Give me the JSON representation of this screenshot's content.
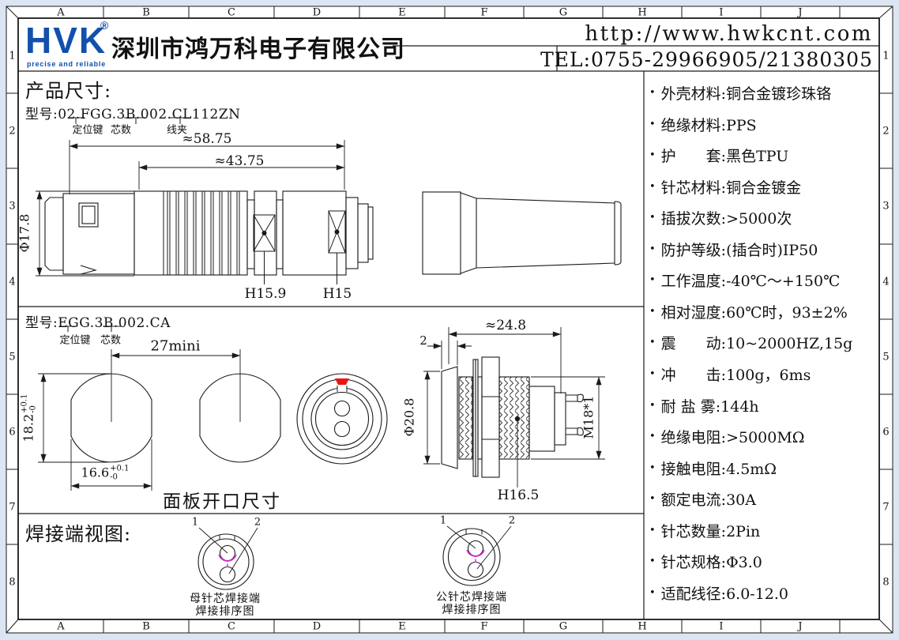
{
  "header": {
    "logo": "HVK",
    "logo_reg": "®",
    "logo_tagline": "precise and reliable",
    "company": "深圳市鸿万科电子有限公司",
    "website": "http://www.hwkcnt.com",
    "tel": "TEL:0755-29966905/21380305"
  },
  "grid": {
    "cols": [
      "A",
      "B",
      "C",
      "D",
      "E",
      "F",
      "G",
      "H",
      "I",
      "J"
    ],
    "rows": [
      "1",
      "2",
      "3",
      "4",
      "5",
      "6",
      "7",
      "8"
    ]
  },
  "section1": {
    "title": "产品尺寸:",
    "model": "型号:02.FGG.3B.002.CL112ZN",
    "key_label": "定位键",
    "cores_label": "芯数",
    "clamp_label": "线夹",
    "dim_overall": "≈58.75",
    "dim_body": "≈43.75",
    "dim_diameter": "Φ17.8",
    "dim_hex1": "H15.9",
    "dim_hex2": "H15"
  },
  "section2": {
    "model": "型号:EGG.3B.002.CA",
    "key_label": "定位键",
    "cores_label": "芯数",
    "dim_pitch": "27mini",
    "dim_cutout_h": "18.2",
    "dim_cutout_h_plus": "+0.1",
    "dim_cutout_h_minus": "-0",
    "dim_cutout_w": "16.6",
    "dim_cutout_w_plus": "+0.1",
    "dim_cutout_w_minus": "-0",
    "panel_label": "面板开口尺寸",
    "dim_flange": "2",
    "dim_length": "≈24.8",
    "dim_diameter": "Φ20.8",
    "dim_thread": "M18*1",
    "dim_hex": "H16.5"
  },
  "section3": {
    "title": "焊接端视图:",
    "leader1": "1",
    "leader2": "2",
    "female_cap1": "母针芯焊接端",
    "female_cap2": "焊接排序图",
    "male_cap1": "公针芯焊接端",
    "male_cap2": "焊接排序图"
  },
  "specs": {
    "items": [
      "外壳材料:铜合金镀珍珠铬",
      "绝缘材料:PPS",
      "护　　套:黑色TPU",
      "针芯材料:铜合金镀金",
      "插拔次数:>5000次",
      "防护等级:(插合时)IP50",
      "工作温度:-40℃～+150℃",
      "相对湿度:60℃时，93±2%",
      "震　　动:10~2000HZ,15g",
      "冲　　击:100g，6ms",
      "耐 盐 雾:144h",
      "绝缘电阻:>5000MΩ",
      "接触电阻:4.5mΩ",
      "额定电流:30A",
      "针芯数量:2Pin",
      "针芯规格:Φ3.0",
      "适配线径:6.0-12.0"
    ]
  },
  "colors": {
    "logo_blue": "#1250ac",
    "accent_red": "#e81515",
    "accent_magenta": "#e832e8",
    "sheet_bg": "#ffffff",
    "page_bg": "#dce6f2",
    "line": "#1a1a1a"
  }
}
